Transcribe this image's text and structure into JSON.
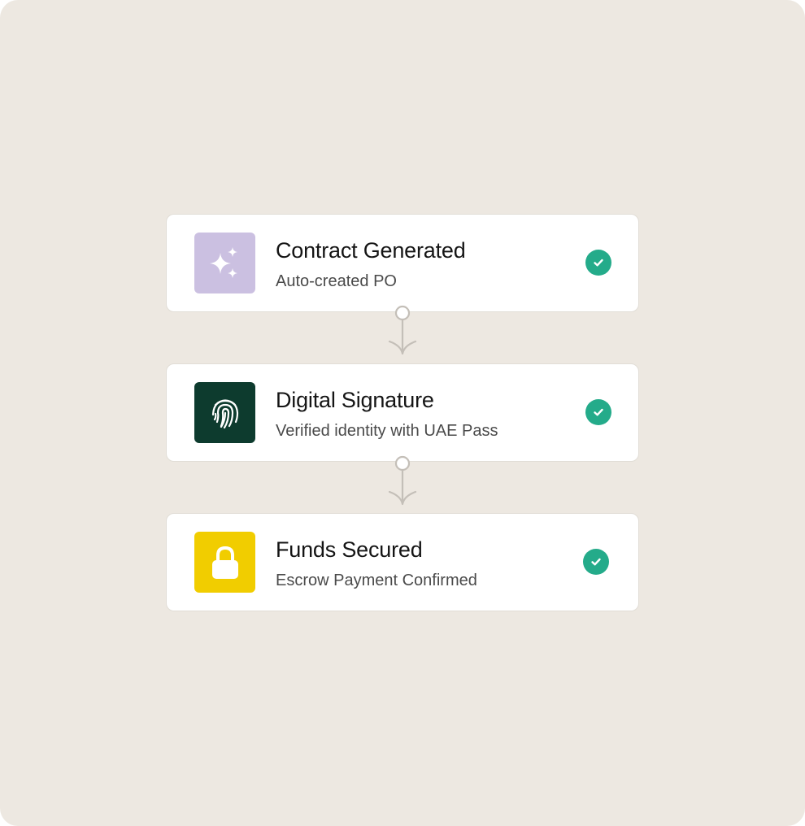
{
  "theme": {
    "background": "#ede8e1",
    "card_background": "#ffffff",
    "check_color": "#24ab8a",
    "connector_color": "#c4bfb8"
  },
  "steps": [
    {
      "title": "Contract Generated",
      "subtitle": "Auto-created PO",
      "icon": "sparkle-icon",
      "icon_bg": "#cbc0e1",
      "status": "complete",
      "status_icon": "check-circle-icon"
    },
    {
      "title": "Digital Signature",
      "subtitle": "Verified identity with UAE Pass",
      "icon": "fingerprint-icon",
      "icon_bg": "#0d3b2e",
      "status": "complete",
      "status_icon": "check-circle-icon"
    },
    {
      "title": "Funds Secured",
      "subtitle": "Escrow Payment Confirmed",
      "icon": "lock-icon",
      "icon_bg": "#f1cd00",
      "status": "complete",
      "status_icon": "check-circle-icon"
    }
  ]
}
